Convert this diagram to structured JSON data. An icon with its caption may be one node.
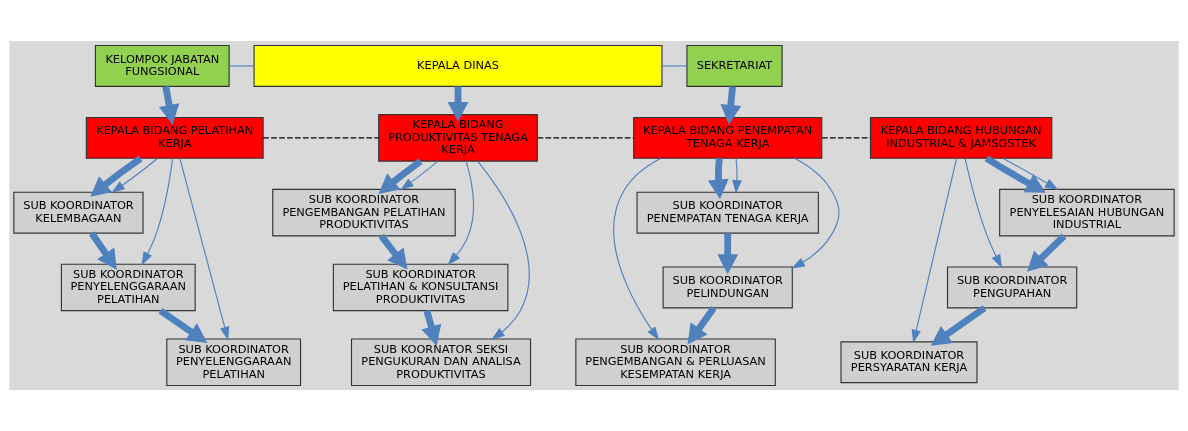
{
  "diagram": {
    "nodes": [
      {
        "text": [
          "KEPALA DINAS"
        ]
      },
      {
        "text": [
          "KELOMPOK JABATAN FUNGSIONAL"
        ]
      },
      {
        "text": [
          "SEKRETARIAT"
        ]
      },
      {
        "text": [
          "KEPALA BIDANG PELATIHAN KERJA"
        ]
      },
      {
        "text": [
          "KEPALA BIDANG PRODUKTIVITAS TENAGA KERJA"
        ]
      },
      {
        "text": [
          "KEPALA BIDANG PENEMPATAN TENAGA KERJA"
        ]
      },
      {
        "text": [
          "KEPALA BIDANG HUBUNGAN INDUSTRIAL & JAMSOSTEK"
        ]
      },
      {
        "text": [
          "SUB KOORDINATOR KELEMBAGAAN"
        ]
      },
      {
        "text": [
          "SUB KOORDINATOR PENYELENGGARAAN PELATIHAN"
        ]
      },
      {
        "text": [
          "SUB KOORDINATOR PENYELENGGARAAN PELATIHAN"
        ]
      },
      {
        "text": [
          "SUB KOORDINATOR PENGEMBANGAN PELATIHAN PRODUKTIVITAS"
        ]
      },
      {
        "text": [
          "SUB KOORDINATOR PELATIHAN & KONSULTANSI PRODUKTIVITAS"
        ]
      },
      {
        "text": [
          "SUB KOORNATOR SEKSI PENGUKURAN DAN ANALISA PRODUKTIVITAS"
        ]
      },
      {
        "text": [
          "SUB KOORDINATOR PENEMPATAN TENAGA KERJA"
        ]
      },
      {
        "text": [
          "SUB KOORDINATOR PELINDUNGAN"
        ]
      },
      {
        "text": [
          "SUB KOORDINATOR PENGEMBANGAN & PERLUASAN KESEMPATAN KERJA"
        ]
      },
      {
        "text": [
          "SUB KOORDINATOR PENYELESAIAN HUBUNGAN INDUSTRIAL"
        ]
      },
      {
        "text": [
          "SUB KOORDINATOR PENGUPAHAN"
        ]
      },
      {
        "text": [
          "SUB KOORDINATOR PERSYARATAN KERJA"
        ]
      }
    ],
    "edges": [
      {
        "from": 0,
        "to": 1,
        "arrow": "none"
      },
      {
        "from": 0,
        "to": 2,
        "arrow": "none"
      },
      {
        "from": 0,
        "to": 4,
        "arrow": "to",
        "style": "thick"
      },
      {
        "from": 1,
        "to": 3,
        "arrow": "to",
        "style": "thick"
      },
      {
        "from": 2,
        "to": 5,
        "arrow": "to",
        "style": "thick"
      },
      {
        "from": 3,
        "to": 4,
        "arrow": "none",
        "style": "dashed",
        "color": "#000000"
      },
      {
        "from": 4,
        "to": 5,
        "arrow": "none",
        "style": "dashed",
        "color": "#000000"
      },
      {
        "from": 5,
        "to": 6,
        "arrow": "none",
        "style": "dashed",
        "color": "#000000"
      },
      {
        "from": 3,
        "to": 7,
        "arrow": "to",
        "style": "thick"
      },
      {
        "from": 7,
        "to": 8,
        "arrow": "to",
        "style": "thick"
      },
      {
        "from": 8,
        "to": 9,
        "arrow": "to",
        "style": "thick"
      },
      {
        "from": 3,
        "to": 7,
        "arrow": "to"
      },
      {
        "from": 3,
        "to": 8,
        "arrow": "to"
      },
      {
        "from": 3,
        "to": 9,
        "arrow": "to"
      },
      {
        "from": 4,
        "to": 10,
        "arrow": "to",
        "style": "thick"
      },
      {
        "from": 10,
        "to": 11,
        "arrow": "to",
        "style": "thick"
      },
      {
        "from": 11,
        "to": 12,
        "arrow": "to",
        "style": "thick"
      },
      {
        "from": 4,
        "to": 10,
        "arrow": "to"
      },
      {
        "from": 4,
        "to": 11,
        "arrow": "to"
      },
      {
        "from": 4,
        "to": 12,
        "arrow": "to"
      },
      {
        "from": 5,
        "to": 13,
        "arrow": "to",
        "style": "thick"
      },
      {
        "from": 13,
        "to": 14,
        "arrow": "to",
        "style": "thick"
      },
      {
        "from": 14,
        "to": 15,
        "arrow": "to",
        "style": "thick"
      },
      {
        "from": 5,
        "to": 13,
        "arrow": "to"
      },
      {
        "from": 5,
        "to": 14,
        "arrow": "to"
      },
      {
        "from": 5,
        "to": 15,
        "arrow": "to"
      },
      {
        "from": 6,
        "to": 16,
        "arrow": "to",
        "style": "thick"
      },
      {
        "from": 16,
        "to": 17,
        "arrow": "to",
        "style": "thick"
      },
      {
        "from": 17,
        "to": 18,
        "arrow": "to",
        "style": "thick"
      },
      {
        "from": 6,
        "to": 16,
        "arrow": "to"
      },
      {
        "from": 6,
        "to": 17,
        "arrow": "to"
      },
      {
        "from": 6,
        "to": 18,
        "arrow": "to"
      }
    ]
  }
}
